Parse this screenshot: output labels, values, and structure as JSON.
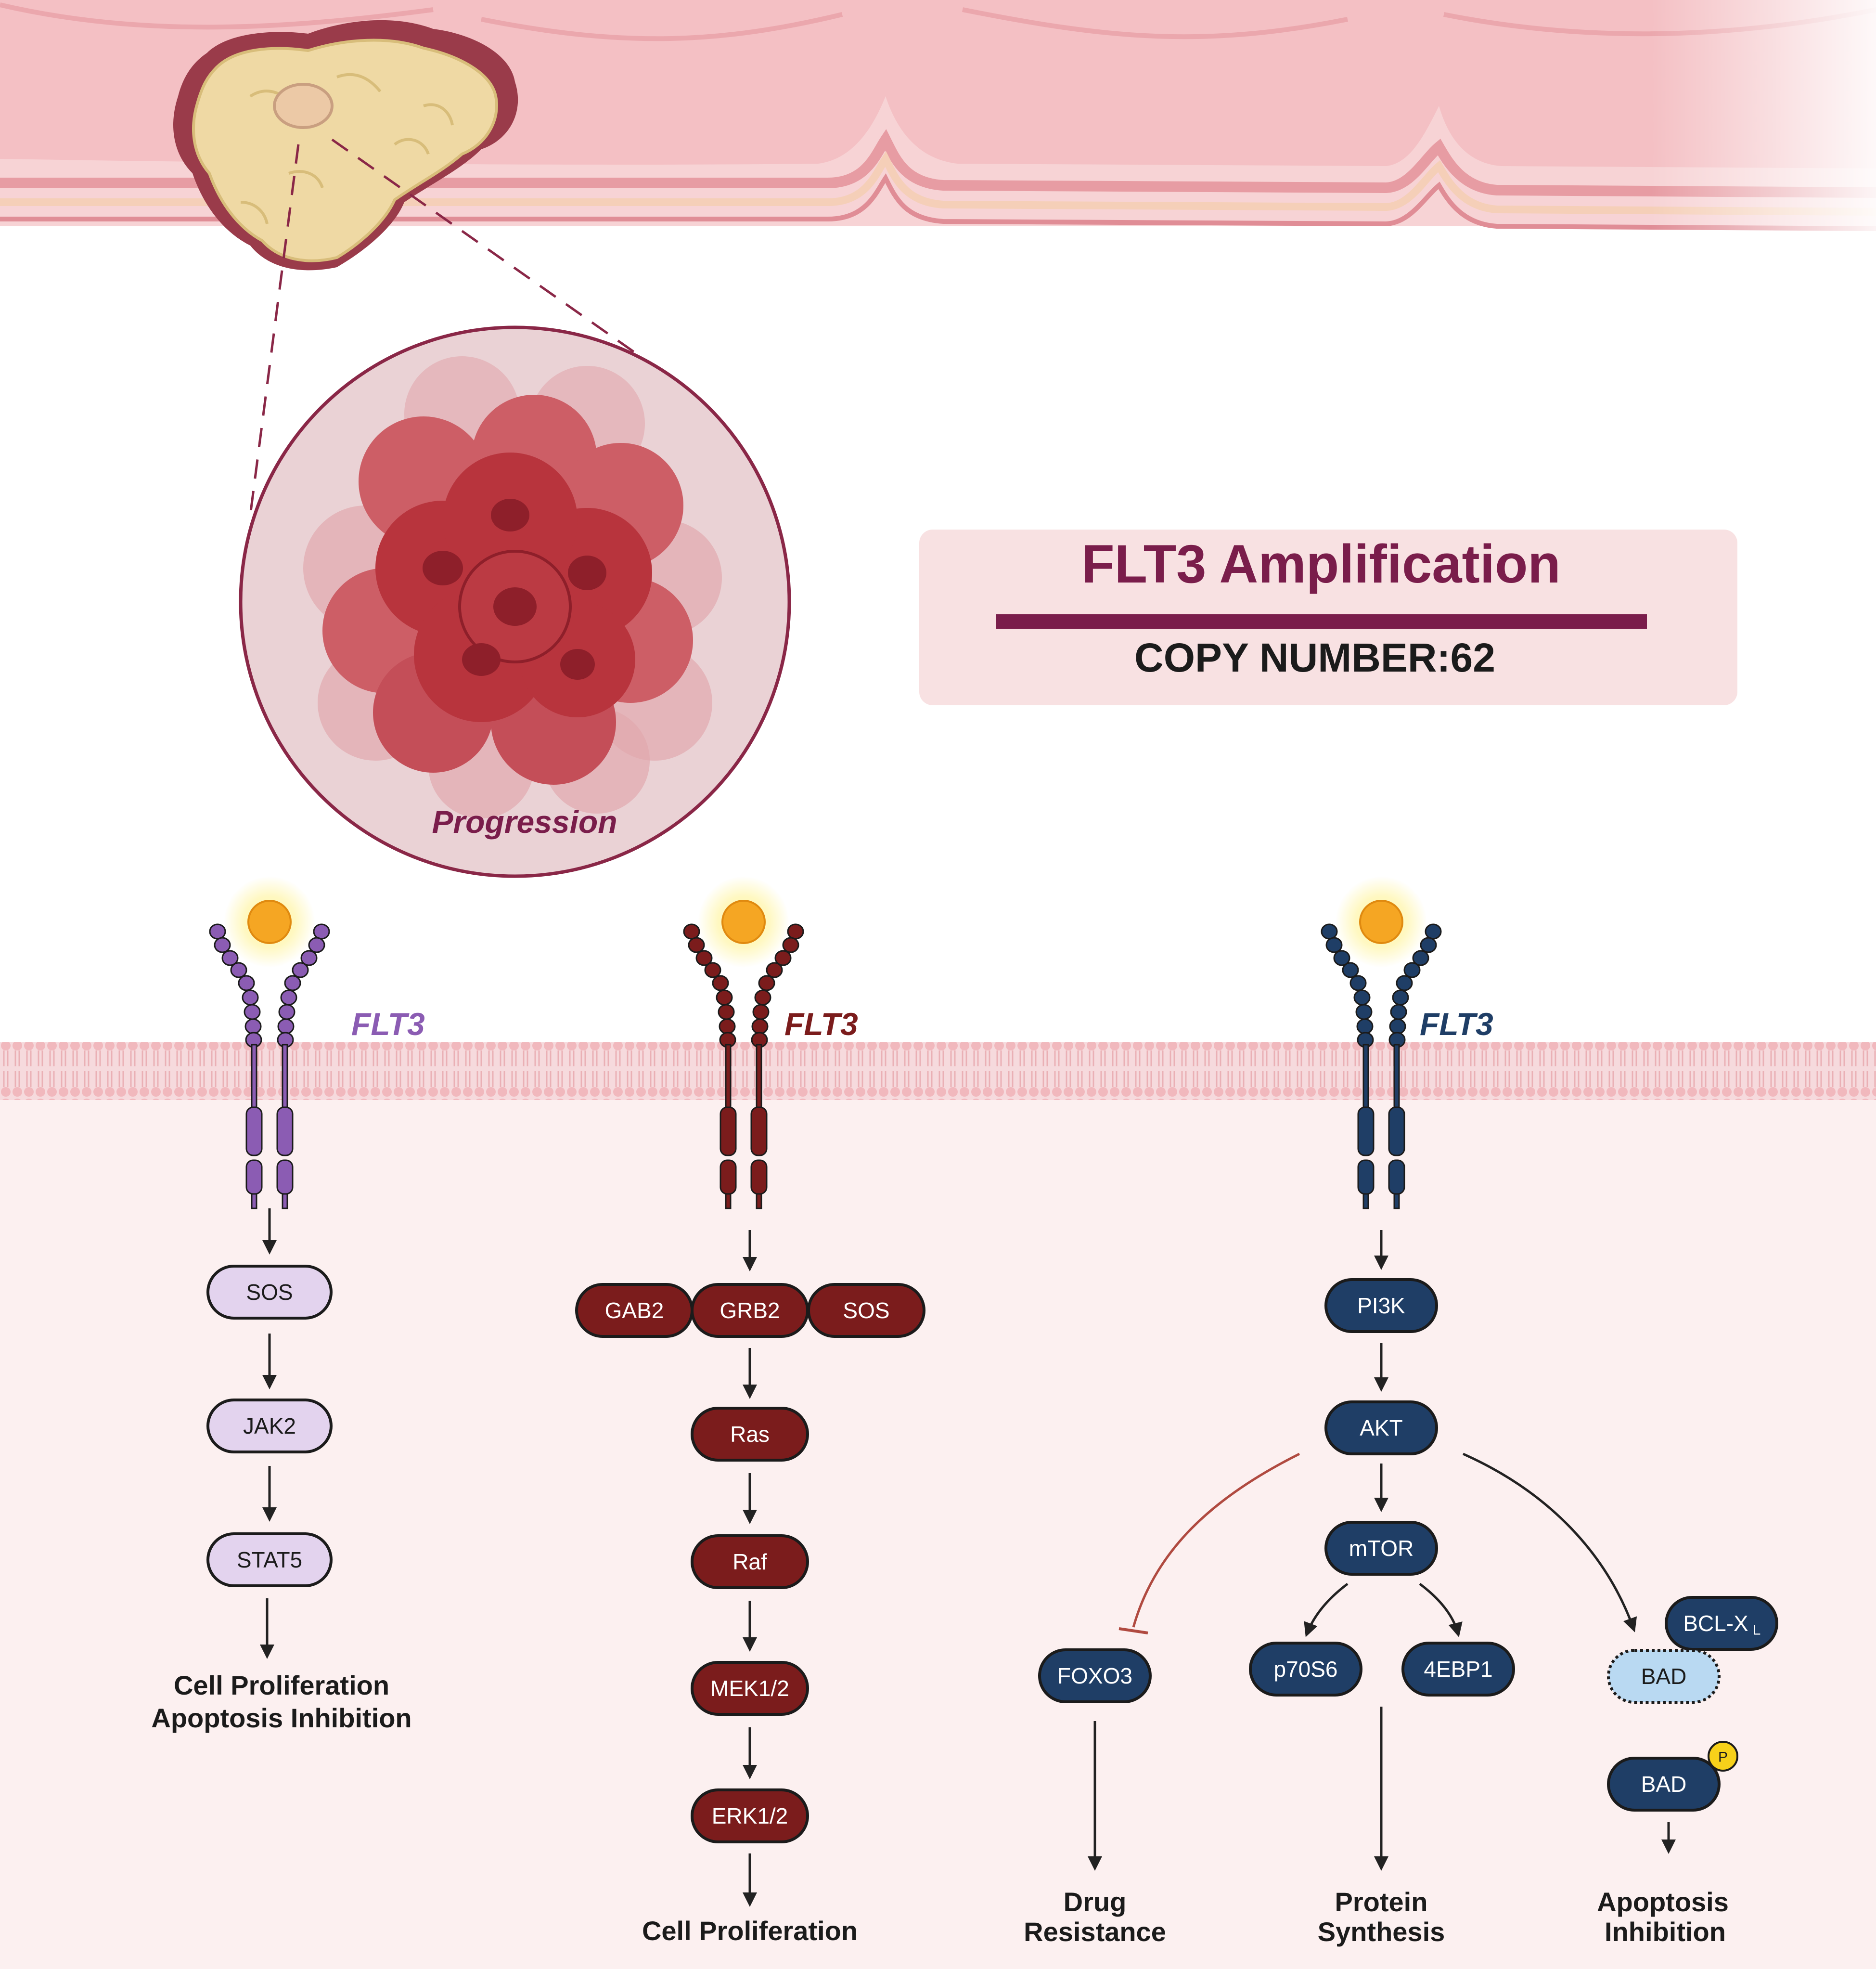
{
  "colors": {
    "background": "#ffffff",
    "cytoplasm": "#fcf0f0",
    "tissue": "#f2b9bd",
    "tumor": "#efd9a4",
    "circle_fill": "#e9c8cb",
    "circle_stroke": "#8a2747",
    "cells": "#b8343d",
    "header_bg": "#f8e1e2",
    "header_bar": "#7a1d4b",
    "title": "#7a1d4b",
    "purple": "#8b5cb3",
    "purple_light": "#e3d3ee",
    "maroon": "#7b1c1c",
    "navy": "#1f3e66",
    "ligand": "#f5a623",
    "inhibit_line": "#b04a40",
    "bad_light": "#b9d9f2",
    "phospho": "#f7d11a"
  },
  "header": {
    "title": "FLT3 Amplification",
    "subtitle": "COPY NUMBER:62"
  },
  "zoom": {
    "label": "Progression"
  },
  "receptor_label": "FLT3",
  "pathway_jak": {
    "nodes": [
      "SOS",
      "JAK2",
      "STAT5"
    ],
    "outcome_line1": "Cell Proliferation",
    "outcome_line2": "Apoptosis Inhibition"
  },
  "pathway_ras": {
    "complex": [
      "GAB2",
      "GRB2",
      "SOS"
    ],
    "nodes": [
      "Ras",
      "Raf",
      "MEK1/2",
      "ERK1/2"
    ],
    "outcome": "Cell Proliferation"
  },
  "pathway_pi3k": {
    "nodes": [
      "PI3K",
      "AKT",
      "mTOR"
    ],
    "foxo3": "FOXO3",
    "p70s6": "p70S6",
    "ebp1": "4EBP1",
    "bcl_main": "BCL-X",
    "bcl_sub": "L",
    "bad": "BAD",
    "bad_p": "BAD",
    "phospho": "P",
    "outcome_drug_1": "Drug",
    "outcome_drug_2": "Resistance",
    "outcome_protein_1": "Protein",
    "outcome_protein_2": "Synthesis",
    "outcome_apop_1": "Apoptosis",
    "outcome_apop_2": "Inhibition"
  },
  "icons": [
    "tumor-icon",
    "cancer-cell-cluster-icon",
    "ligand-icon",
    "receptor-icon",
    "membrane-icon"
  ]
}
